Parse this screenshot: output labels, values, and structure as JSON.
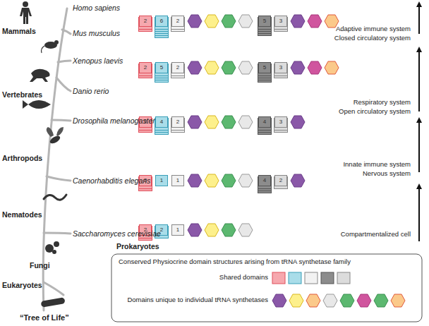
{
  "diagram": {
    "nodes": [
      {
        "text": [
          "2"
        ]
      },
      {
        "text": [
          "6"
        ]
      },
      {
        "text": [
          "2"
        ]
      },
      {
        "text": [
          "5"
        ]
      },
      {
        "text": [
          "3"
        ]
      },
      {
        "text": [
          "2"
        ]
      },
      {
        "text": [
          "5"
        ]
      },
      {
        "text": [
          "2"
        ]
      },
      {
        "text": [
          "5"
        ]
      },
      {
        "text": [
          "3"
        ]
      },
      {
        "text": [
          "2"
        ]
      },
      {
        "text": [
          "4"
        ]
      },
      {
        "text": [
          "2"
        ]
      },
      {
        "text": [
          "4"
        ]
      },
      {
        "text": [
          "3"
        ]
      },
      {
        "text": [
          "2"
        ]
      },
      {
        "text": [
          "1"
        ]
      },
      {
        "text": [
          "1"
        ]
      },
      {
        "text": [
          "4"
        ]
      },
      {
        "text": [
          "2"
        ]
      },
      {
        "text": [
          "2"
        ]
      },
      {
        "text": [
          "2"
        ]
      },
      {
        "text": [
          "1"
        ]
      }
    ],
    "labels": [
      "Mammals",
      "Vertebrates",
      "Arthropods",
      "Nematodes",
      "Fungi",
      "Eukaryotes",
      "Prokaryotes",
      "“Tree of Life”",
      "Homo sapiens",
      "Mus musculus",
      "Xenopus laevis",
      "Danio rerio",
      "Drosophila melanogaster",
      "Caenorhabditis elegans",
      "Saccharomyces cerevisiae",
      "Adaptive immune system",
      "Closed circulatory system",
      "Respiratory system",
      "Open circulatory system",
      "Innate immune system",
      "Nervous system",
      "Compartmentalized cell",
      "Conserved Physiocrine domain structures arising from tRNA synthetase family"
    ],
    "legend": [
      {
        "text": "Shared domains"
      },
      {
        "text": "Domains unique to individual tRNA synthetases"
      }
    ]
  }
}
